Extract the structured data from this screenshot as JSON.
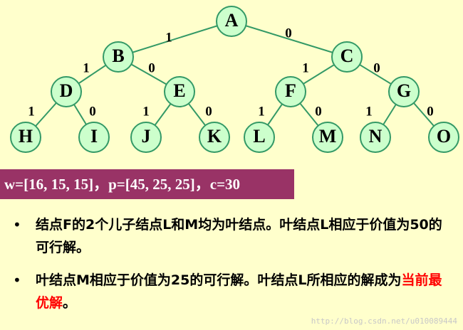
{
  "tree": {
    "node_fill": "#ccffcc",
    "node_stroke": "#339966",
    "edge_color": "#339966",
    "nodes": [
      {
        "id": "A",
        "label": "A"
      },
      {
        "id": "B",
        "label": "B"
      },
      {
        "id": "C",
        "label": "C"
      },
      {
        "id": "D",
        "label": "D"
      },
      {
        "id": "E",
        "label": "E"
      },
      {
        "id": "F",
        "label": "F"
      },
      {
        "id": "G",
        "label": "G"
      },
      {
        "id": "H",
        "label": "H"
      },
      {
        "id": "I",
        "label": "I"
      },
      {
        "id": "J",
        "label": "J"
      },
      {
        "id": "K",
        "label": "K"
      },
      {
        "id": "L",
        "label": "L"
      },
      {
        "id": "M",
        "label": "M"
      },
      {
        "id": "N",
        "label": "N"
      },
      {
        "id": "O",
        "label": "O"
      }
    ],
    "edges": [
      {
        "from": "A",
        "to": "B",
        "label": "1"
      },
      {
        "from": "A",
        "to": "C",
        "label": "0"
      },
      {
        "from": "B",
        "to": "D",
        "label": "1"
      },
      {
        "from": "B",
        "to": "E",
        "label": "0"
      },
      {
        "from": "C",
        "to": "F",
        "label": "1"
      },
      {
        "from": "C",
        "to": "G",
        "label": "0"
      },
      {
        "from": "D",
        "to": "H",
        "label": "1"
      },
      {
        "from": "D",
        "to": "I",
        "label": "0"
      },
      {
        "from": "E",
        "to": "J",
        "label": "1"
      },
      {
        "from": "E",
        "to": "K",
        "label": "0"
      },
      {
        "from": "F",
        "to": "L",
        "label": "1"
      },
      {
        "from": "F",
        "to": "M",
        "label": "0"
      },
      {
        "from": "G",
        "to": "N",
        "label": "1"
      },
      {
        "from": "G",
        "to": "O",
        "label": "0"
      }
    ]
  },
  "formula": {
    "text": "w=[16, 15, 15]，p=[45, 25, 25]，c=30",
    "background": "#993366"
  },
  "bullets": [
    {
      "text": "结点F的2个儿子结点L和M均为叶结点。叶结点L相应于价值为50的可行解。"
    },
    {
      "text_before": "叶结点M相应于价值为25的可行解。叶结点L所相应的解成为",
      "highlight": "当前最优解",
      "text_after": "。"
    }
  ],
  "bullet_glyph": "•",
  "highlight_color": "#ff0000",
  "watermark": "http://blog.csdn.net/u010089444"
}
